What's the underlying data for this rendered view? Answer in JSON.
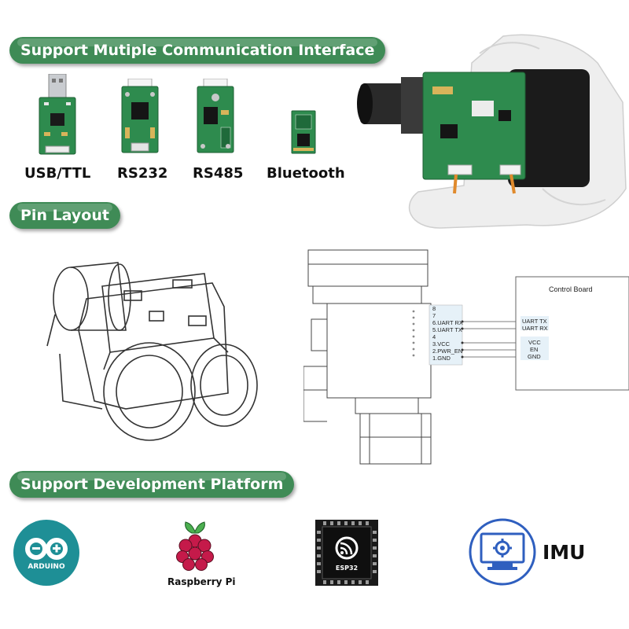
{
  "sections": {
    "communication": "Support Mutiple Communication Interface",
    "pin_layout": "Pin Layout",
    "platform": "Support Development Platform"
  },
  "modules": [
    {
      "label": "USB/TTL",
      "icon": "usb-ttl-module-icon"
    },
    {
      "label": "RS232",
      "icon": "rs232-module-icon"
    },
    {
      "label": "RS485",
      "icon": "rs485-module-icon"
    },
    {
      "label": "Bluetooth",
      "icon": "bluetooth-module-icon"
    }
  ],
  "pins": {
    "rows": [
      "8",
      "7",
      "6.UART RX",
      "5.UART TX",
      "4",
      "3.VCC",
      "2.PWR_EN",
      "1.GND"
    ],
    "control_board": {
      "title": "Control Board",
      "labels": [
        "UART TX",
        "UART RX",
        "VCC",
        "EN",
        "GND"
      ]
    }
  },
  "platforms": {
    "arduino": "ARDUINO",
    "raspberry": "Raspberry Pi",
    "esp32": "ESP32",
    "imu": "IMU"
  },
  "colors": {
    "pill_green": "#3f8b56",
    "pcb_green": "#2e8b4e",
    "arduino_teal": "#1e8f96",
    "raspberry_red": "#c51a4a",
    "imu_blue": "#2f5fbf"
  }
}
